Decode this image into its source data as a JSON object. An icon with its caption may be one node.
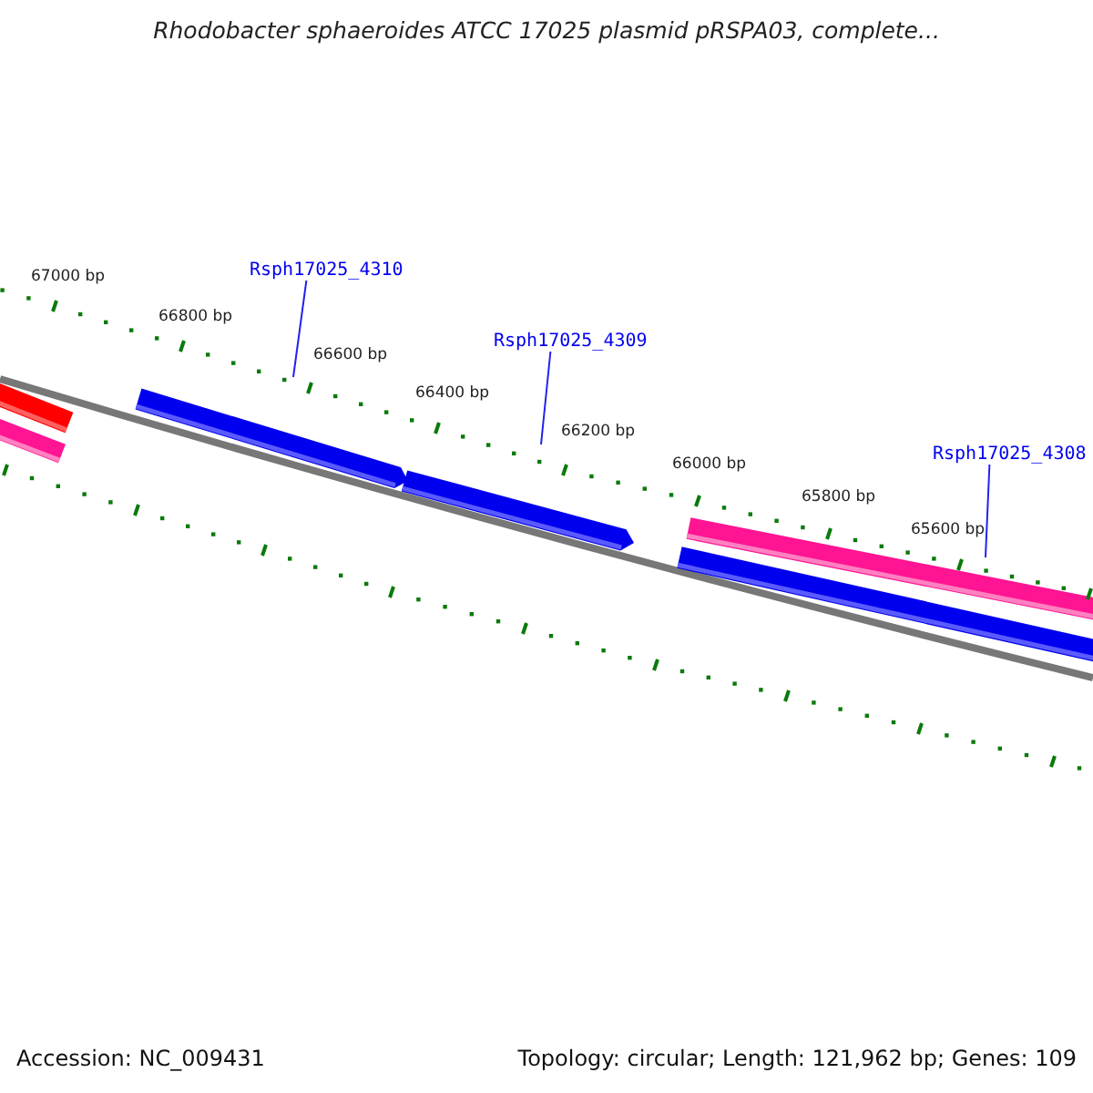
{
  "diagram": {
    "title": "Rhodobacter sphaeroides ATCC 17025 plasmid pRSPA03, complete...",
    "nodes": [
      {
        "text": [
          "Rsph17025_4310"
        ]
      },
      {
        "text": [
          "Rsph17025_4309"
        ]
      },
      {
        "text": [
          "Rsph17025_4308"
        ]
      }
    ],
    "edges": [
      {
        "from": 0,
        "to": null,
        "arrow": "none"
      },
      {
        "from": 1,
        "to": null,
        "arrow": "none"
      },
      {
        "from": 2,
        "to": null,
        "arrow": "none"
      }
    ],
    "labels": [
      "67000 bp",
      "66800 bp",
      "66600 bp",
      "66400 bp",
      "66200 bp",
      "66000 bp",
      "65800 bp",
      "65600 bp",
      "Accession: NC_009431",
      "Topology: circular; Length: 121,962 bp; Genes: 109"
    ]
  }
}
